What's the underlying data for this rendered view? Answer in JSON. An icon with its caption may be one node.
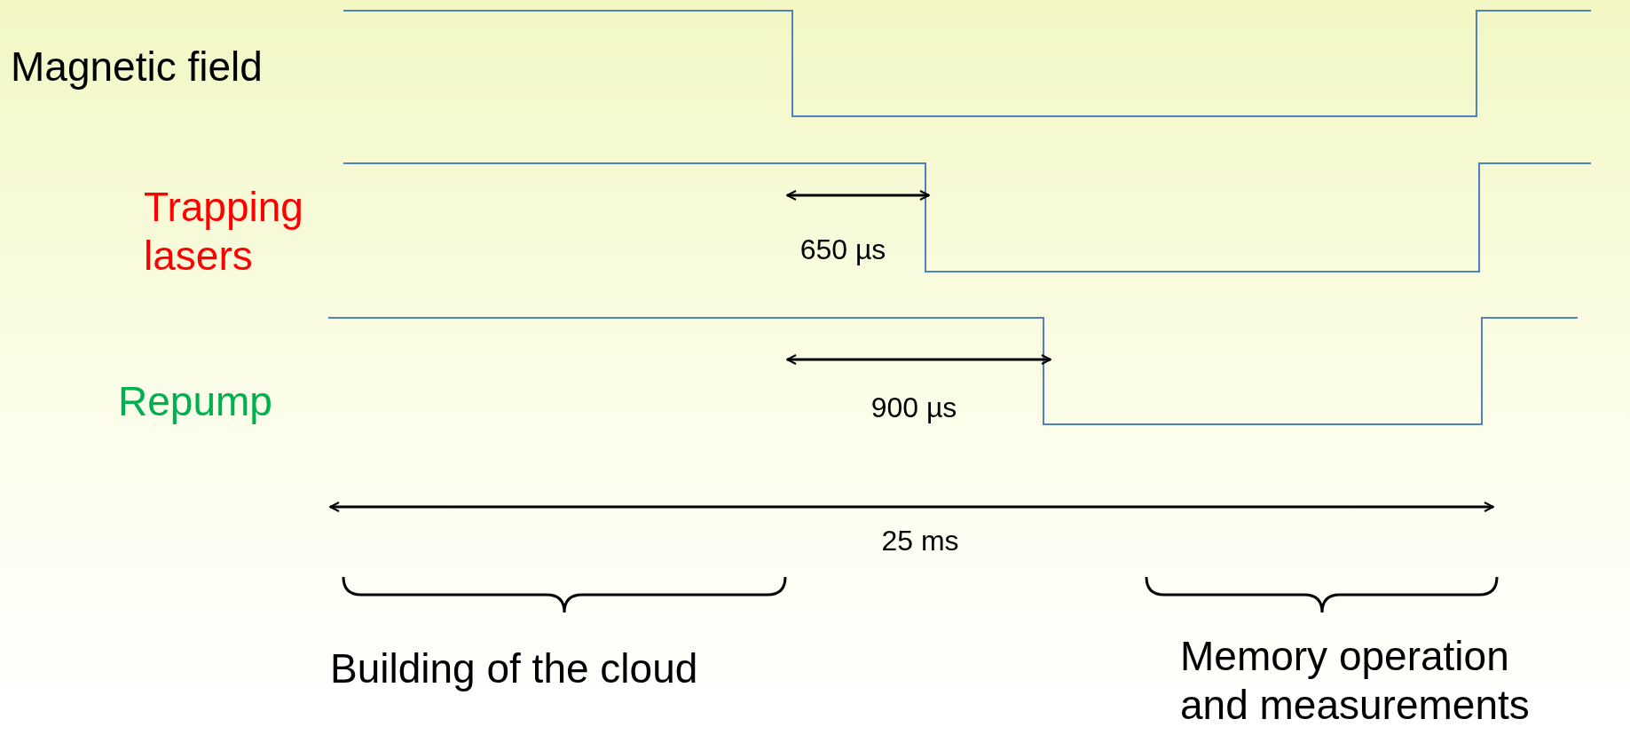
{
  "diagram": {
    "labels": [
      "Magnetic field",
      "Trapping lasers",
      "650 µs",
      "Repump",
      "900 µs",
      "25 ms",
      "Building of the cloud",
      "Memory operation and measurements"
    ]
  }
}
